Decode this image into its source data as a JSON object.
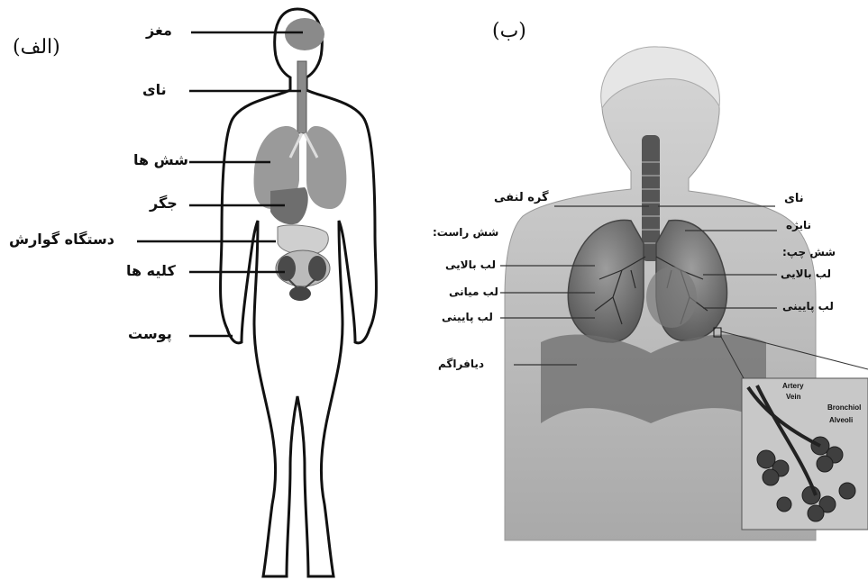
{
  "panel_a": {
    "tag": "(الف)",
    "labels": {
      "brain": "مغز",
      "trachea": "نای",
      "lungs": "شش ها",
      "liver": "جگر",
      "digestive": "دستگاه گوارش",
      "kidneys": "کلیه ها",
      "skin": "پوست"
    }
  },
  "panel_b": {
    "tag": "(ب)",
    "labels": {
      "lymph_node": "گره لنفی",
      "right_lung": "شش راست:",
      "right_upper": "لب بالایی",
      "right_middle": "لب میانی",
      "right_lower": "لب پایینی",
      "diaphragm": "دیافراگم",
      "trachea": "نای",
      "bronchus": "نایژه",
      "left_lung": "شش چپ:",
      "left_upper": "لب بالایی",
      "left_lower": "لب پایینی"
    },
    "inset": {
      "artery": "Artery",
      "vein": "Vein",
      "bronchiole": "Bronchiol",
      "alveoli": "Alveoli"
    }
  }
}
